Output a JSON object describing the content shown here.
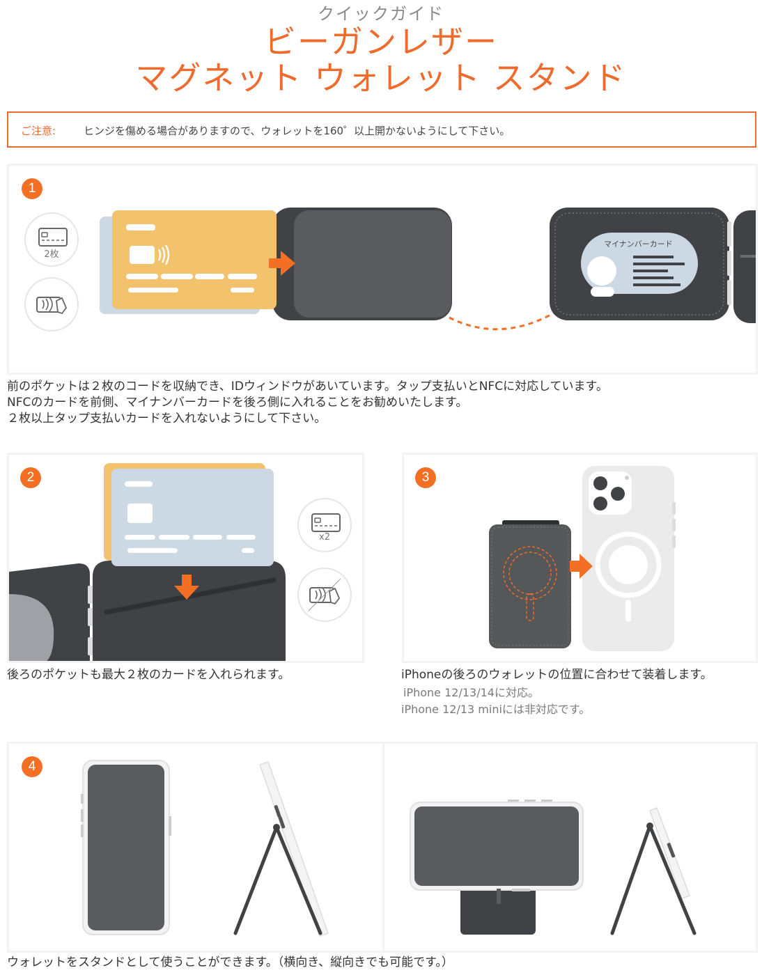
{
  "header": {
    "subtitle": "クイックガイド",
    "title_line1": "ビーガンレザー",
    "title_line2": "マグネット ウォレット スタンド"
  },
  "notice": {
    "label": "ご注意:",
    "text": "ヒンジを傷める場合がありますので、ウォレットを160゜以上開かないようにして下さい。"
  },
  "colors": {
    "accent": "#ee6b2d",
    "wallet": "#404245",
    "card_yellow": "#f2c26d",
    "card_blue": "#ccd8e3"
  },
  "step1": {
    "number": "1",
    "icon_card_count": "2枚",
    "id_window_label": "マイナンバーカード",
    "desc": [
      "前のポケットは２枚のコードを収納でき、IDウィンドウがあいています。タップ支払いとNFCに対応しています。",
      "NFCのカードを前側、マイナンバーカードを後ろ側に入れることをお勧めいたします。",
      "２枚以上タップ支払いカードを入れないようにして下さい。"
    ]
  },
  "step2": {
    "number": "2",
    "icon_card_count": "x2",
    "desc": "後ろのポケットも最大２枚のカードを入れられます。"
  },
  "step3": {
    "number": "3",
    "desc": "iPhoneの後ろのウォレットの位置に合わせて装着します。",
    "note1": "iPhone 12/13/14に対応。",
    "note2": "iPhone 12/13 miniには非対応です。"
  },
  "step4": {
    "number": "4",
    "desc": "ウォレットをスタンドとして使うことができます。（横向き、縦向きでも可能です。）"
  }
}
